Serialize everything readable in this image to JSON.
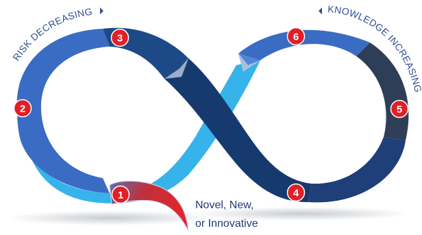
{
  "labels": {
    "left_arc": "RISK DECREASING",
    "right_arc": "KNOWLEDGE INCREASING"
  },
  "caption": {
    "line1": "Novel, New,",
    "line2": "or Innovative"
  },
  "steps": [
    {
      "number": "1"
    },
    {
      "number": "2"
    },
    {
      "number": "3"
    },
    {
      "number": "4"
    },
    {
      "number": "5"
    },
    {
      "number": "6"
    }
  ],
  "colors": {
    "light_blue": "#35b3ea",
    "medium_blue": "#3a6cc4",
    "dark_navy": "#163a6e",
    "slate": "#2f3e57",
    "badge_red": "#e01f26",
    "label_blue": "#2f4f8f",
    "tail_red": "#e0262d"
  }
}
